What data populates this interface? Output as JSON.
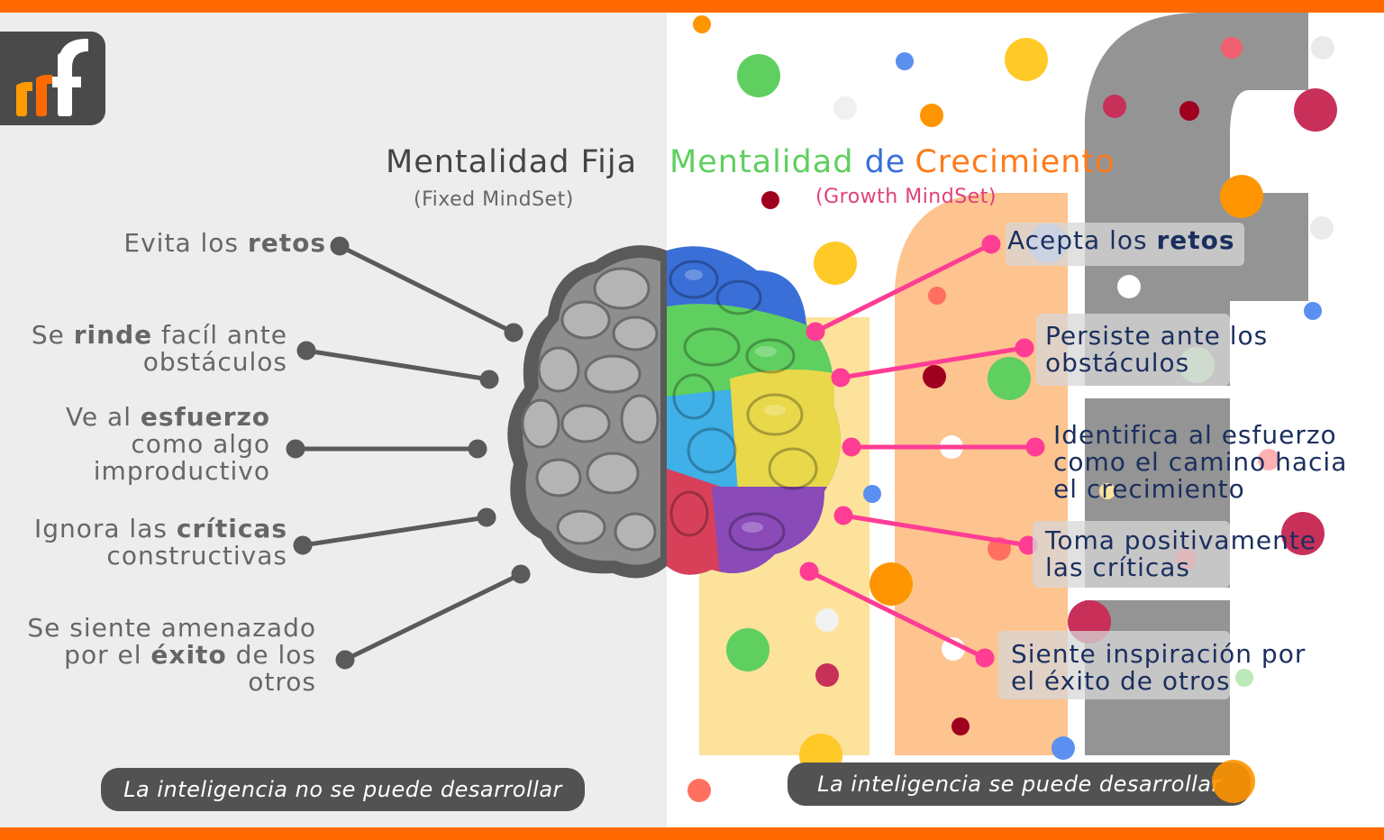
{
  "header": {
    "fixed_title": "Mentalidad Fija",
    "fixed_subtitle": "(Fixed MindSet)",
    "growth_title_1": "Mentalidad",
    "growth_title_2": "de",
    "growth_title_3": "Crecimiento",
    "growth_subtitle": "(Growth MindSet)"
  },
  "logo": {
    "text": "rrf"
  },
  "fixed_traits": [
    {
      "pre": "Evita los ",
      "bold": "retos",
      "post": ""
    },
    {
      "pre": "Se ",
      "bold": "rinde",
      "post": " facíl ante",
      "line2": "obstáculos"
    },
    {
      "pre": "Ve al ",
      "bold": "esfuerzo",
      "post": "",
      "line2": "como algo",
      "line3": "improductivo"
    },
    {
      "pre": "Ignora las ",
      "bold": "críticas",
      "post": "",
      "line2": "constructivas"
    },
    {
      "line1": "Se siente amenazado",
      "pre": "por el ",
      "bold": "éxito",
      "post": " de los",
      "line3": "otros"
    }
  ],
  "growth_traits": [
    {
      "pre": "Acepta los ",
      "bold": "retos"
    },
    {
      "line1": "Persiste ante los",
      "line2": "obstáculos"
    },
    {
      "line1": "Identifica al esfuerzo",
      "line2": "como el camino hacia",
      "line3": "el crecimiento"
    },
    {
      "line1": "Toma positivamente",
      "line2": "las críticas"
    },
    {
      "line1": "Siente inspiración por",
      "line2": "el éxito de otros"
    }
  ],
  "footer": {
    "fixed_belief": "La inteligencia no se puede desarrollar",
    "growth_belief": "La inteligencia se puede desarrollar"
  },
  "colors": {
    "accent_orange": "#ff6a00",
    "fixed_gray": "#444444",
    "growth_green": "#5fcf5f",
    "growth_blue": "#3a6fd8",
    "growth_orange": "#ff7a1a",
    "growth_pink": "#e0407a",
    "connector_gray": "#5a5a5a",
    "connector_pink": "#ff3d95",
    "label_navy": "#1b2f5e"
  }
}
